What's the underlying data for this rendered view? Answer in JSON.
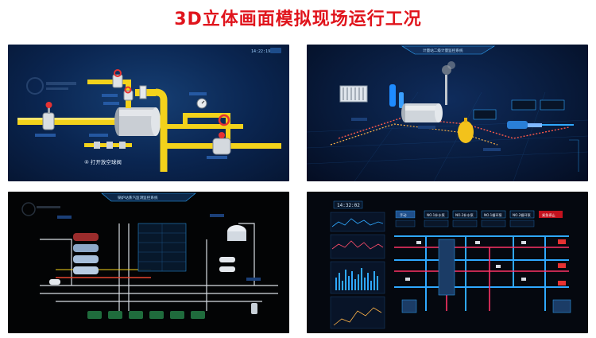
{
  "page_title": "3D立体画面模拟现场运行工况",
  "panels": {
    "p1": {
      "time": "14:22:19",
      "step_label": "④ 打开放空球阀"
    },
    "p2": {
      "header": "计量站二级计量监控系统"
    },
    "p3": {
      "header": "锅炉站蒸汽监测监控系统"
    },
    "p4": {
      "time": "14:32:02",
      "buttons": [
        "手动",
        "NO.1补水泵",
        "NO.2补水泵",
        "NO.1循环泵",
        "NO.2循环泵",
        "紧急停止"
      ]
    }
  },
  "colors": {
    "title": "#e0141c",
    "pipe_yellow": "#f3d21b",
    "pipe_white": "#d8dde3",
    "neon_blue": "#2fa8ff",
    "alarm_red": "#c4121e"
  }
}
